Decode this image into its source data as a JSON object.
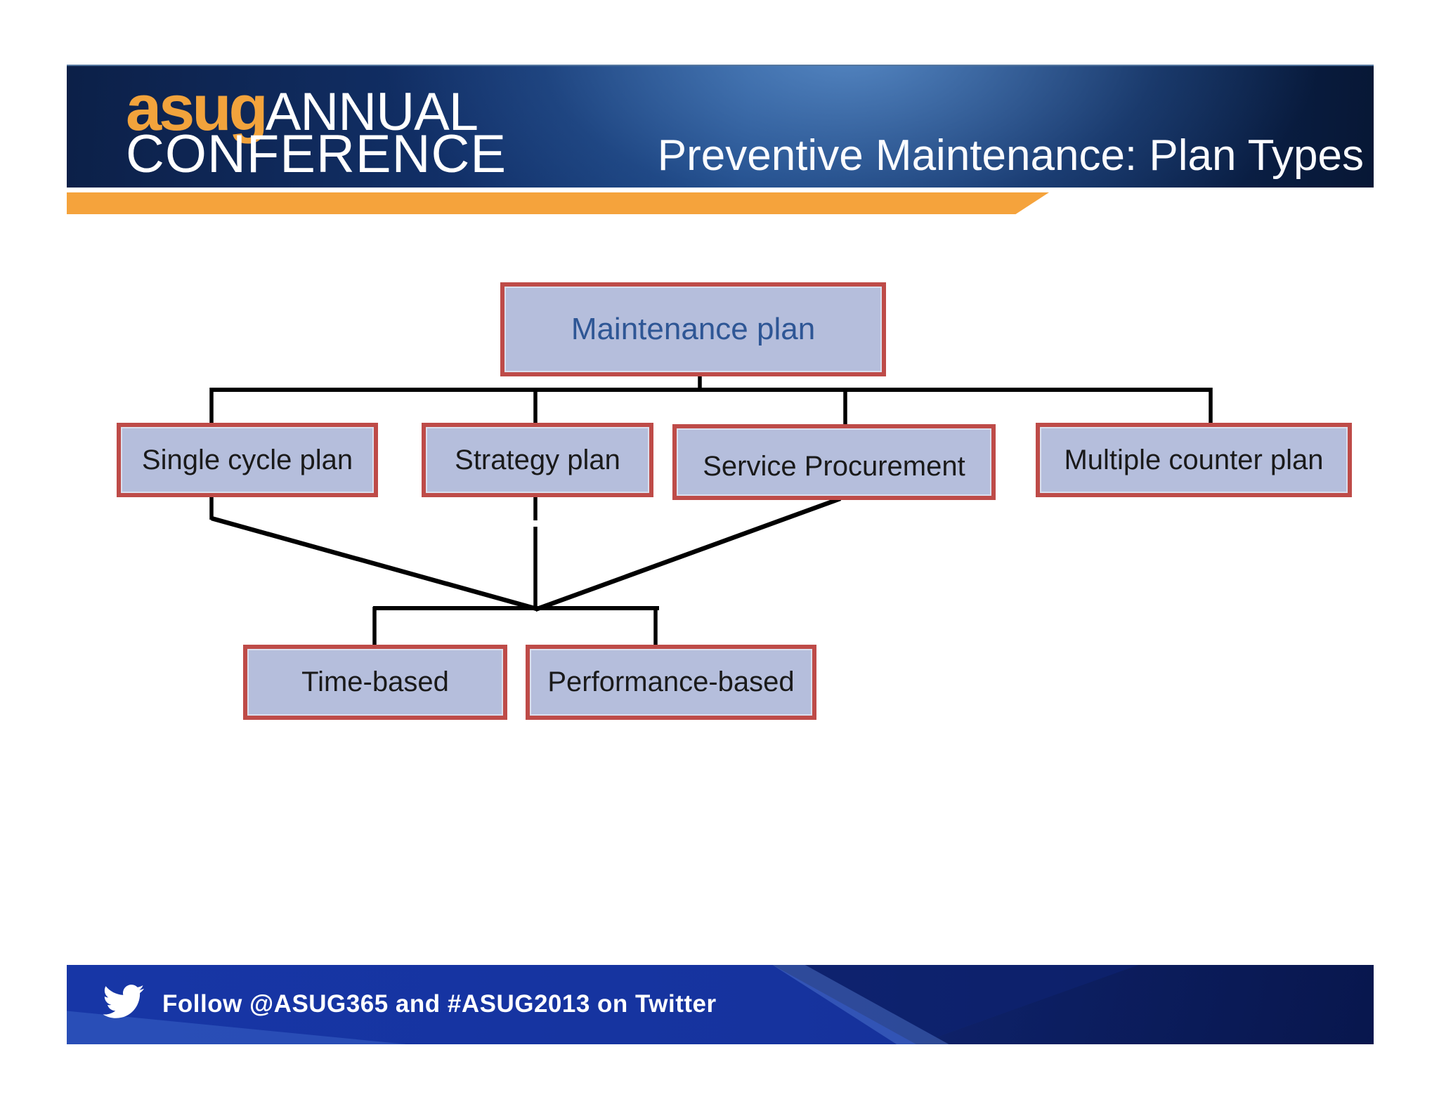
{
  "header": {
    "logo": {
      "asug": "asug",
      "annual": "ANNUAL",
      "conference": "CONFERENCE"
    },
    "title": "Preventive Maintenance: Plan Types"
  },
  "diagram": {
    "root": {
      "label": "Maintenance plan"
    },
    "level2": [
      {
        "label": "Single cycle plan"
      },
      {
        "label": "Strategy plan"
      },
      {
        "label": "Service Procurement"
      },
      {
        "label": "Multiple counter plan"
      }
    ],
    "level3": [
      {
        "label": "Time-based"
      },
      {
        "label": "Performance-based"
      }
    ],
    "edges": [
      {
        "from": "Maintenance plan",
        "to": "Single cycle plan"
      },
      {
        "from": "Maintenance plan",
        "to": "Strategy plan"
      },
      {
        "from": "Maintenance plan",
        "to": "Service Procurement"
      },
      {
        "from": "Maintenance plan",
        "to": "Multiple counter plan"
      },
      {
        "from": "Single cycle plan",
        "to": "Time-based"
      },
      {
        "from": "Single cycle plan",
        "to": "Performance-based"
      },
      {
        "from": "Strategy plan",
        "to": "Time-based"
      },
      {
        "from": "Strategy plan",
        "to": "Performance-based"
      },
      {
        "from": "Service Procurement",
        "to": "Time-based"
      },
      {
        "from": "Service Procurement",
        "to": "Performance-based"
      }
    ]
  },
  "footer": {
    "text": "Follow @ASUG365 and #ASUG2013 on Twitter",
    "icon": "twitter-bird-icon"
  },
  "colors": {
    "accent_orange": "#F5A33C",
    "logo_orange": "#F2A33C",
    "box_fill": "#B5BEDC",
    "box_border": "#BE4B48",
    "root_text_blue": "#2E5695",
    "node_text_black": "#1A1A1A",
    "footer_blue": "#16339E"
  }
}
